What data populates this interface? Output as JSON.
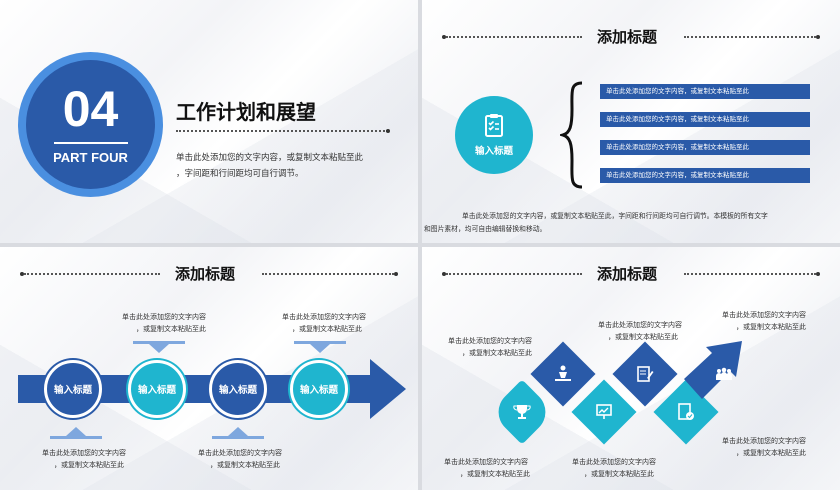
{
  "slide1": {
    "number": "04",
    "part_label": "PART FOUR",
    "heading": "工作计划和展望",
    "body_line1": "单击此处添加您的文字内容，或复制文本粘贴至此",
    "body_line2": "，字间距和行间距均可自行调节。"
  },
  "slide2": {
    "title": "添加标题",
    "circle_label": "输入标题",
    "bars": [
      "单击此处添加您的文字内容，或复制文本粘贴至此",
      "单击此处添加您的文字内容，或复制文本粘贴至此",
      "单击此处添加您的文字内容，或复制文本粘贴至此",
      "单击此处添加您的文字内容，或复制文本粘贴至此"
    ],
    "footer_line1": "单击此处添加您的文字内容，或复制文本粘贴至此，字间距和行间距均可自行调节。本模板的所有文字",
    "footer_line2": "和图片素材，均可自由编辑替换和移动。"
  },
  "slide3": {
    "title": "添加标题",
    "circles": [
      "输入标题",
      "输入标题",
      "输入标题",
      "输入标题"
    ],
    "top_text": [
      {
        "l1": "单击此处添加您的文字内容",
        "l2": "，或复制文本粘贴至此"
      },
      {
        "l1": "单击此处添加您的文字内容",
        "l2": "，或复制文本粘贴至此"
      }
    ],
    "bottom_text": [
      {
        "l1": "单击此处添加您的文字内容",
        "l2": "，或复制文本粘贴至此"
      },
      {
        "l1": "单击此处添加您的文字内容",
        "l2": "，或复制文本粘贴至此"
      }
    ]
  },
  "slide4": {
    "title": "添加标题",
    "labels": [
      {
        "l1": "单击此处添加您的文字内容",
        "l2": "，或复制文本粘贴至此"
      },
      {
        "l1": "单击此处添加您的文字内容",
        "l2": "，或复制文本粘贴至此"
      },
      {
        "l1": "单击此处添加您的文字内容",
        "l2": "，或复制文本粘贴至此"
      },
      {
        "l1": "单击此处添加您的文字内容",
        "l2": "，或复制文本粘贴至此"
      },
      {
        "l1": "单击此处添加您的文字内容",
        "l2": "，或复制文本粘贴至此"
      },
      {
        "l1": "单击此处添加您的文字内容",
        "l2": "，或复制文本粘贴至此"
      }
    ]
  },
  "colors": {
    "primary_blue": "#2a5aa8",
    "teal": "#1fb5cf",
    "dark": "#111111"
  }
}
